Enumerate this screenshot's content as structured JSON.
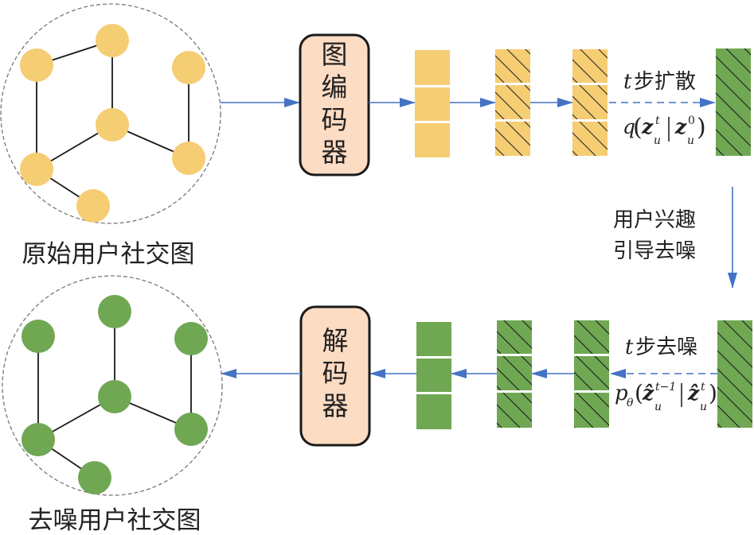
{
  "colors": {
    "yellow": "#F5CD72",
    "green": "#70A753",
    "arrow": "#4472C4",
    "box_fill": "#FDDCC4",
    "box_border": "#1a1a1a",
    "edge": "#1a1a1a",
    "circle_outline": "#777777"
  },
  "top_graph": {
    "caption": "原始用户社交图",
    "node_color": "yellow",
    "node_count": 7
  },
  "bottom_graph": {
    "caption": "去噪用户社交图",
    "node_color": "green",
    "node_count": 7
  },
  "encoder": {
    "chars": [
      "图",
      "编",
      "码",
      "器"
    ]
  },
  "decoder": {
    "chars": [
      "解",
      "码",
      "器"
    ]
  },
  "forward": {
    "label_t": "t",
    "label": "步扩散",
    "formula": {
      "func": "q",
      "var": "z",
      "sub": "u",
      "sup1": "t",
      "sup2": "0"
    }
  },
  "guide": {
    "line1": "用户兴趣",
    "line2": "引导去噪"
  },
  "reverse": {
    "label_t": "t",
    "label": "步去噪",
    "formula": {
      "func": "p",
      "func_sub": "θ",
      "var": "ẑ",
      "sub": "u",
      "sup1": "t−1",
      "sup2": "t"
    }
  }
}
